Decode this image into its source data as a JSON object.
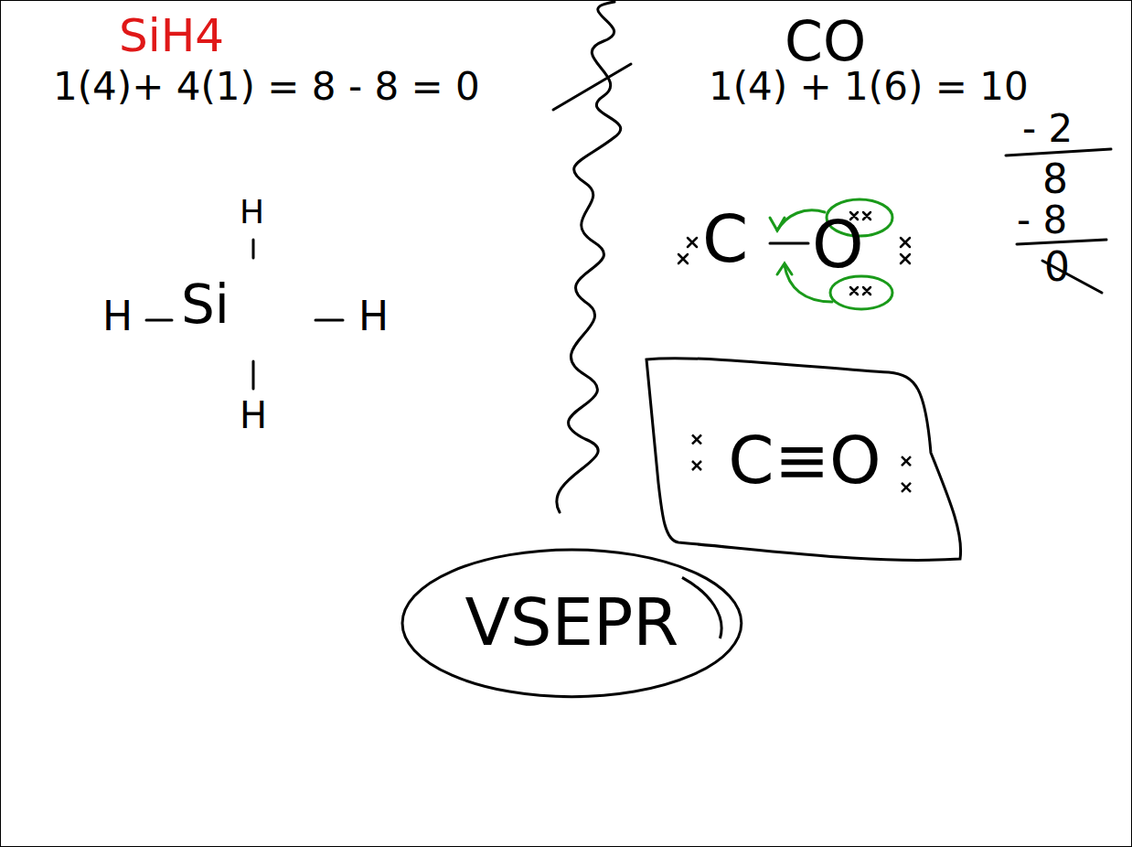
{
  "diagram": {
    "nodes": [
      {
        "text": [
          "C≡O"
        ]
      },
      {
        "text": [
          "VSEPR"
        ]
      }
    ],
    "labels": [
      "SiH4",
      "1(4)+ 4(1) = 8 - 8 = 0",
      "H",
      "H",
      "Si",
      "H",
      "H",
      "CO",
      "1(4) + 1(6) = 10",
      "- 2",
      "8",
      "- 8",
      "0",
      "C",
      "O"
    ]
  }
}
